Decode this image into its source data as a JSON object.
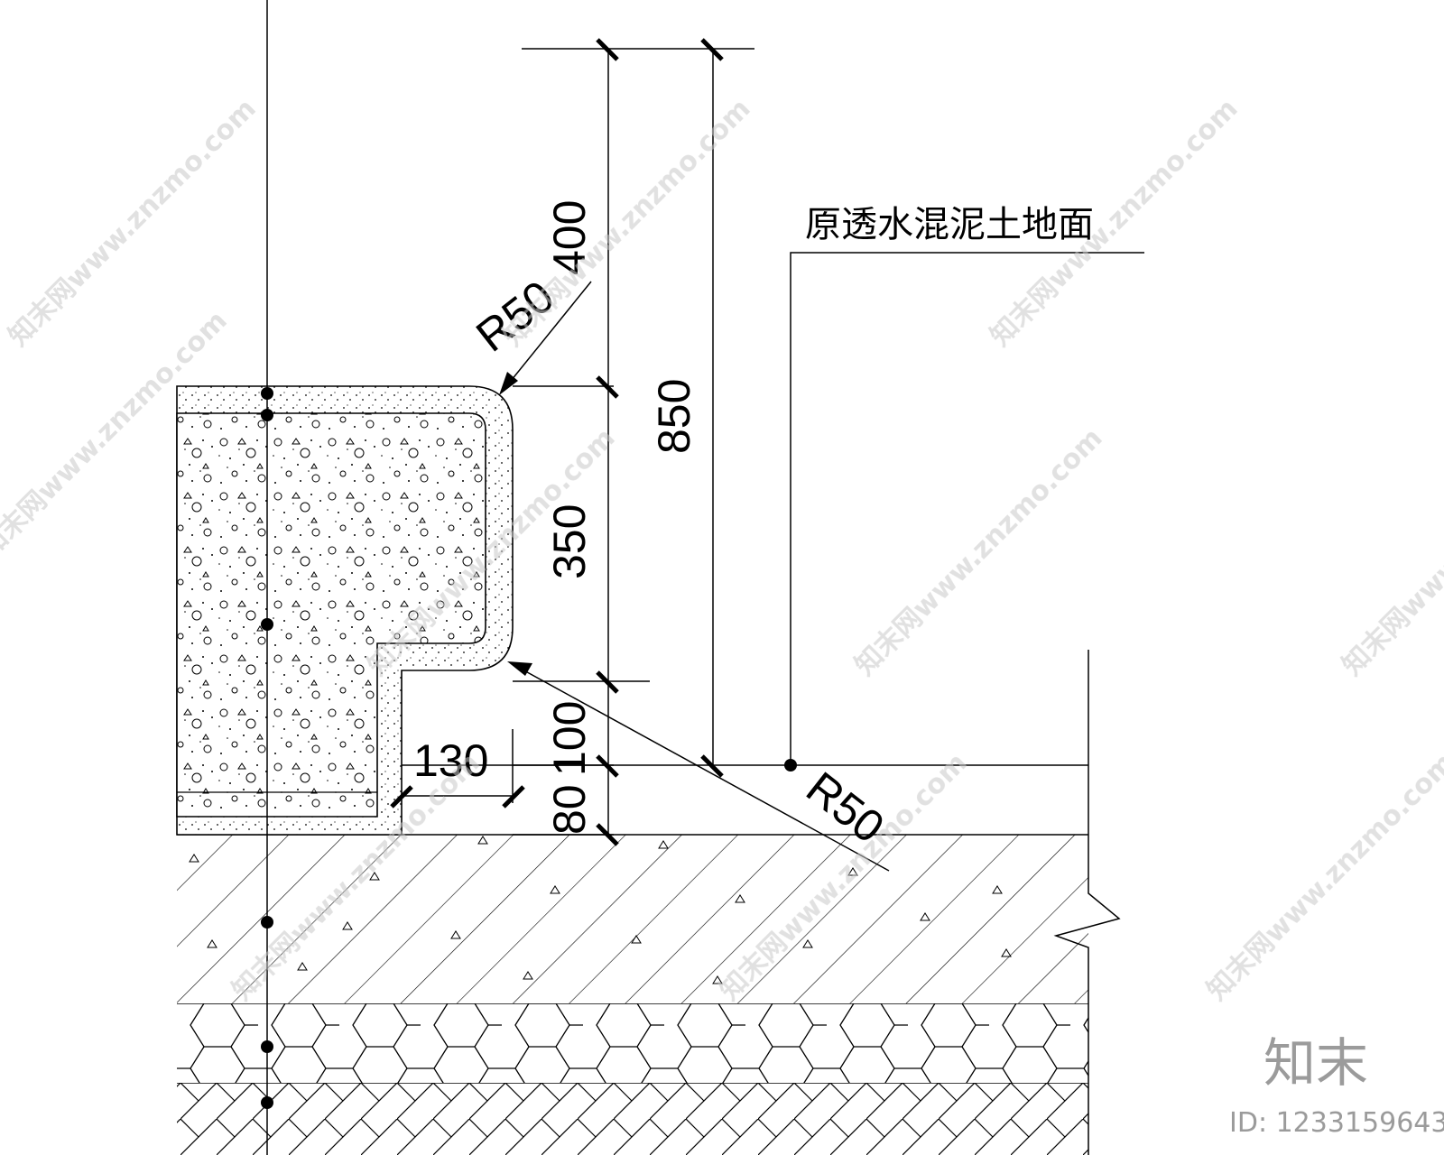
{
  "dimensions": {
    "d400": "400",
    "d850": "850",
    "d350": "350",
    "d100": "100",
    "d80": "80",
    "d130": "130",
    "r50_top": "R50",
    "r50_bottom": "R50"
  },
  "labels": {
    "ground_note": "原透水混泥土地面"
  },
  "watermark": {
    "text": "知末网www.znzmo.com",
    "brand": "知末",
    "id": "ID: 1233159643"
  }
}
